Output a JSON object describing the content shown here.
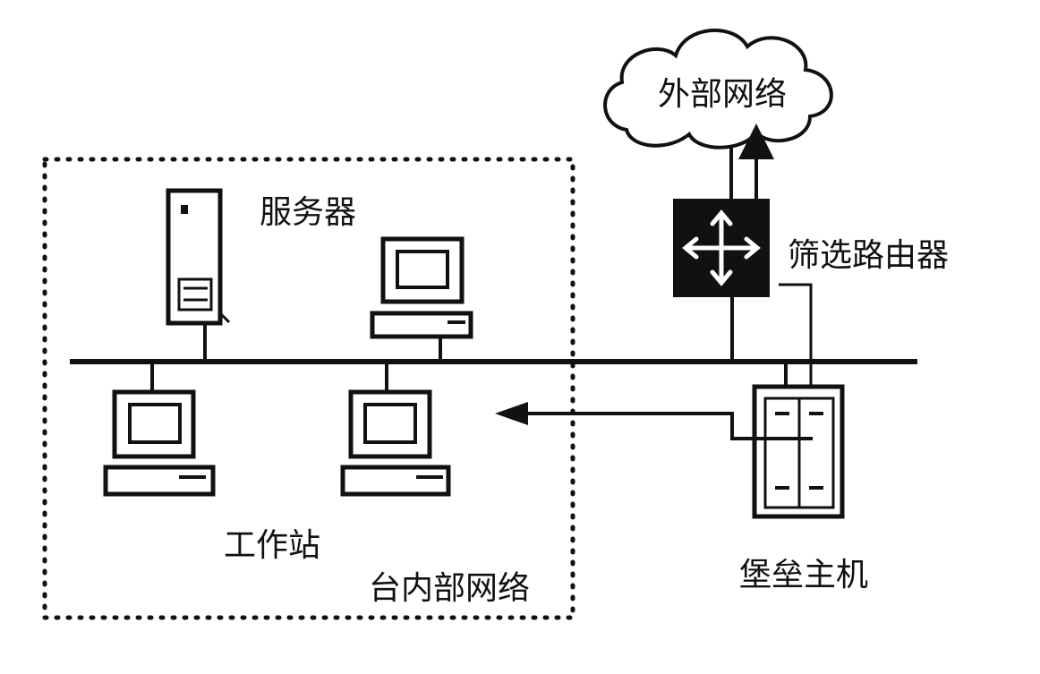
{
  "labels": {
    "external_network": "外部网络",
    "server": "服务器",
    "screening_router": "筛选路由器",
    "workstation": "工作站",
    "internal_network": "台内部网络",
    "bastion_host": "堡垒主机"
  },
  "colors": {
    "ink": "#111111",
    "background": "#ffffff"
  },
  "icons": [
    "cloud-icon",
    "router-icon",
    "server-icon",
    "workstation-icon",
    "bastion-host-icon",
    "arrow-icon"
  ]
}
